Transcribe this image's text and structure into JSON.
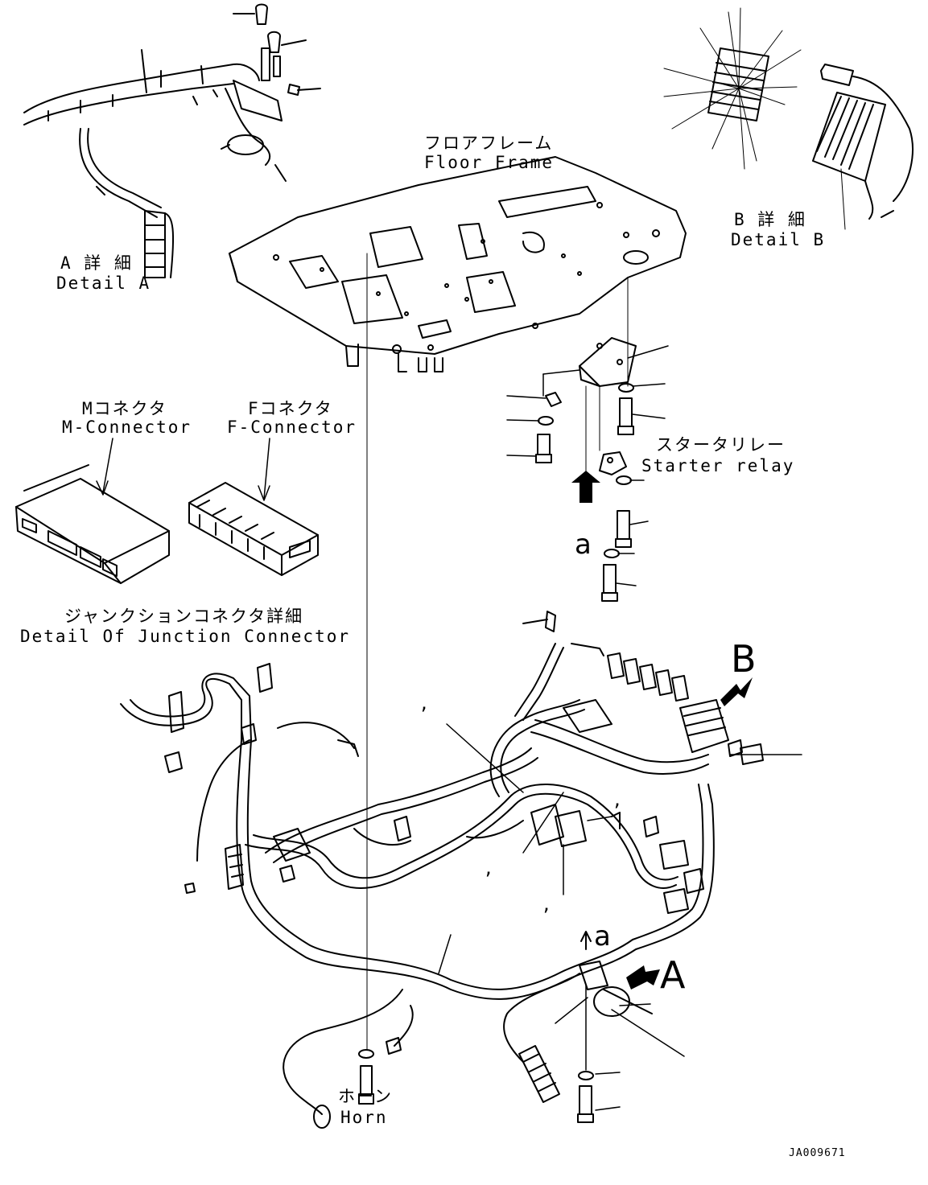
{
  "labels": {
    "floor_frame_jp": "フロアフレーム",
    "floor_frame_en": "Floor Frame",
    "detail_a_jp": "A 詳 細",
    "detail_a_en": "Detail A",
    "detail_b_jp": "B 詳 細",
    "detail_b_en": "Detail B",
    "m_connector_jp": "Mコネクタ",
    "m_connector_en": "M-Connector",
    "f_connector_jp": "Fコネクタ",
    "f_connector_en": "F-Connector",
    "starter_relay_jp": "スタータリレー",
    "starter_relay_en": "Starter relay",
    "junction_jp": "ジャンクションコネクタ詳細",
    "junction_en": "Detail Of Junction Connector",
    "horn_jp": "ホーン",
    "horn_en": "Horn",
    "arrow_a_upper": "a",
    "arrow_a_lower": "a",
    "view_b": "B",
    "view_a": "A",
    "drawing_no": "JA009671",
    "tick_1": "’",
    "tick_2": "’",
    "tick_3": "’",
    "tick_4": "’"
  },
  "colors": {
    "ink": "#000000",
    "paper": "#ffffff"
  }
}
